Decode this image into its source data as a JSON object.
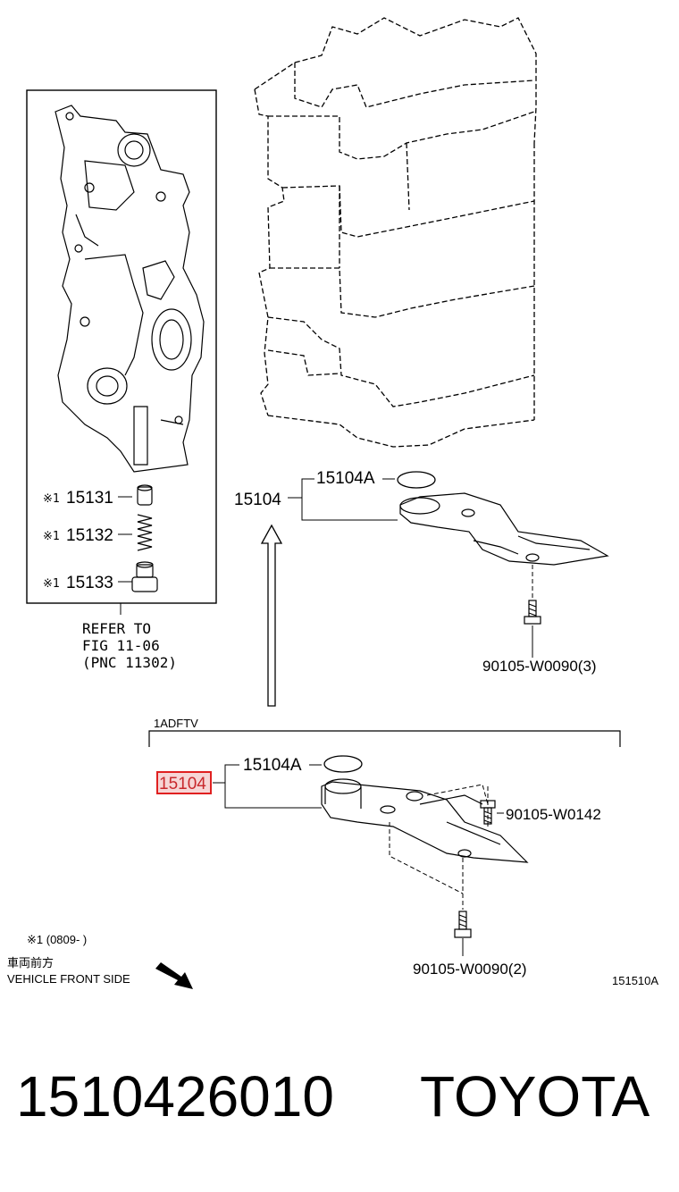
{
  "inset": {
    "parts": [
      {
        "mark": "※1",
        "number": "15131"
      },
      {
        "mark": "※1",
        "number": "15132"
      },
      {
        "mark": "※1",
        "number": "15133"
      }
    ],
    "refer": [
      "REFER TO",
      "FIG 11-06",
      "(PNC 11302)"
    ]
  },
  "upper_assembly": {
    "main": "15104",
    "gasket": "15104A",
    "bolt": "90105-W0090(3)"
  },
  "lower_assembly": {
    "bracket_label": "1ADFTV",
    "main": "15104",
    "gasket": "15104A",
    "bolt_side": "90105-W0142",
    "bolt_bottom": "90105-W0090(2)"
  },
  "notes": {
    "footnote": "※1 (0809-      )",
    "front_jp": "車両前方",
    "front_en": "VEHICLE FRONT SIDE",
    "figure_code": "151510A"
  },
  "caption": {
    "part_number": "1510426010",
    "brand": "TOYOTA"
  },
  "colors": {
    "highlight": "#e02020",
    "highlight_fill": "#f6d6d6",
    "line": "#000000"
  }
}
